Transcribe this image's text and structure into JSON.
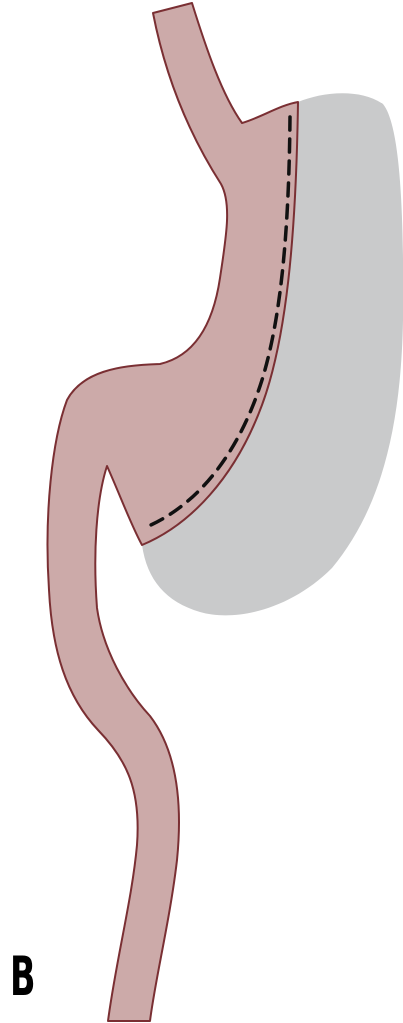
{
  "panel_label": "B",
  "colors": {
    "background": "#ffffff",
    "tube_fill": "#ccaaa9",
    "tube_outline": "#7a2f33",
    "stomach_remnant_fill": "#c9cacb",
    "staple_line": "#111111",
    "label": "#000000"
  },
  "structures": {
    "tube": "esophagus-sleeve-gastric-tube-duodenum",
    "remnant": "excised-greater-curvature",
    "staple_line": "dashed-resection-line"
  }
}
